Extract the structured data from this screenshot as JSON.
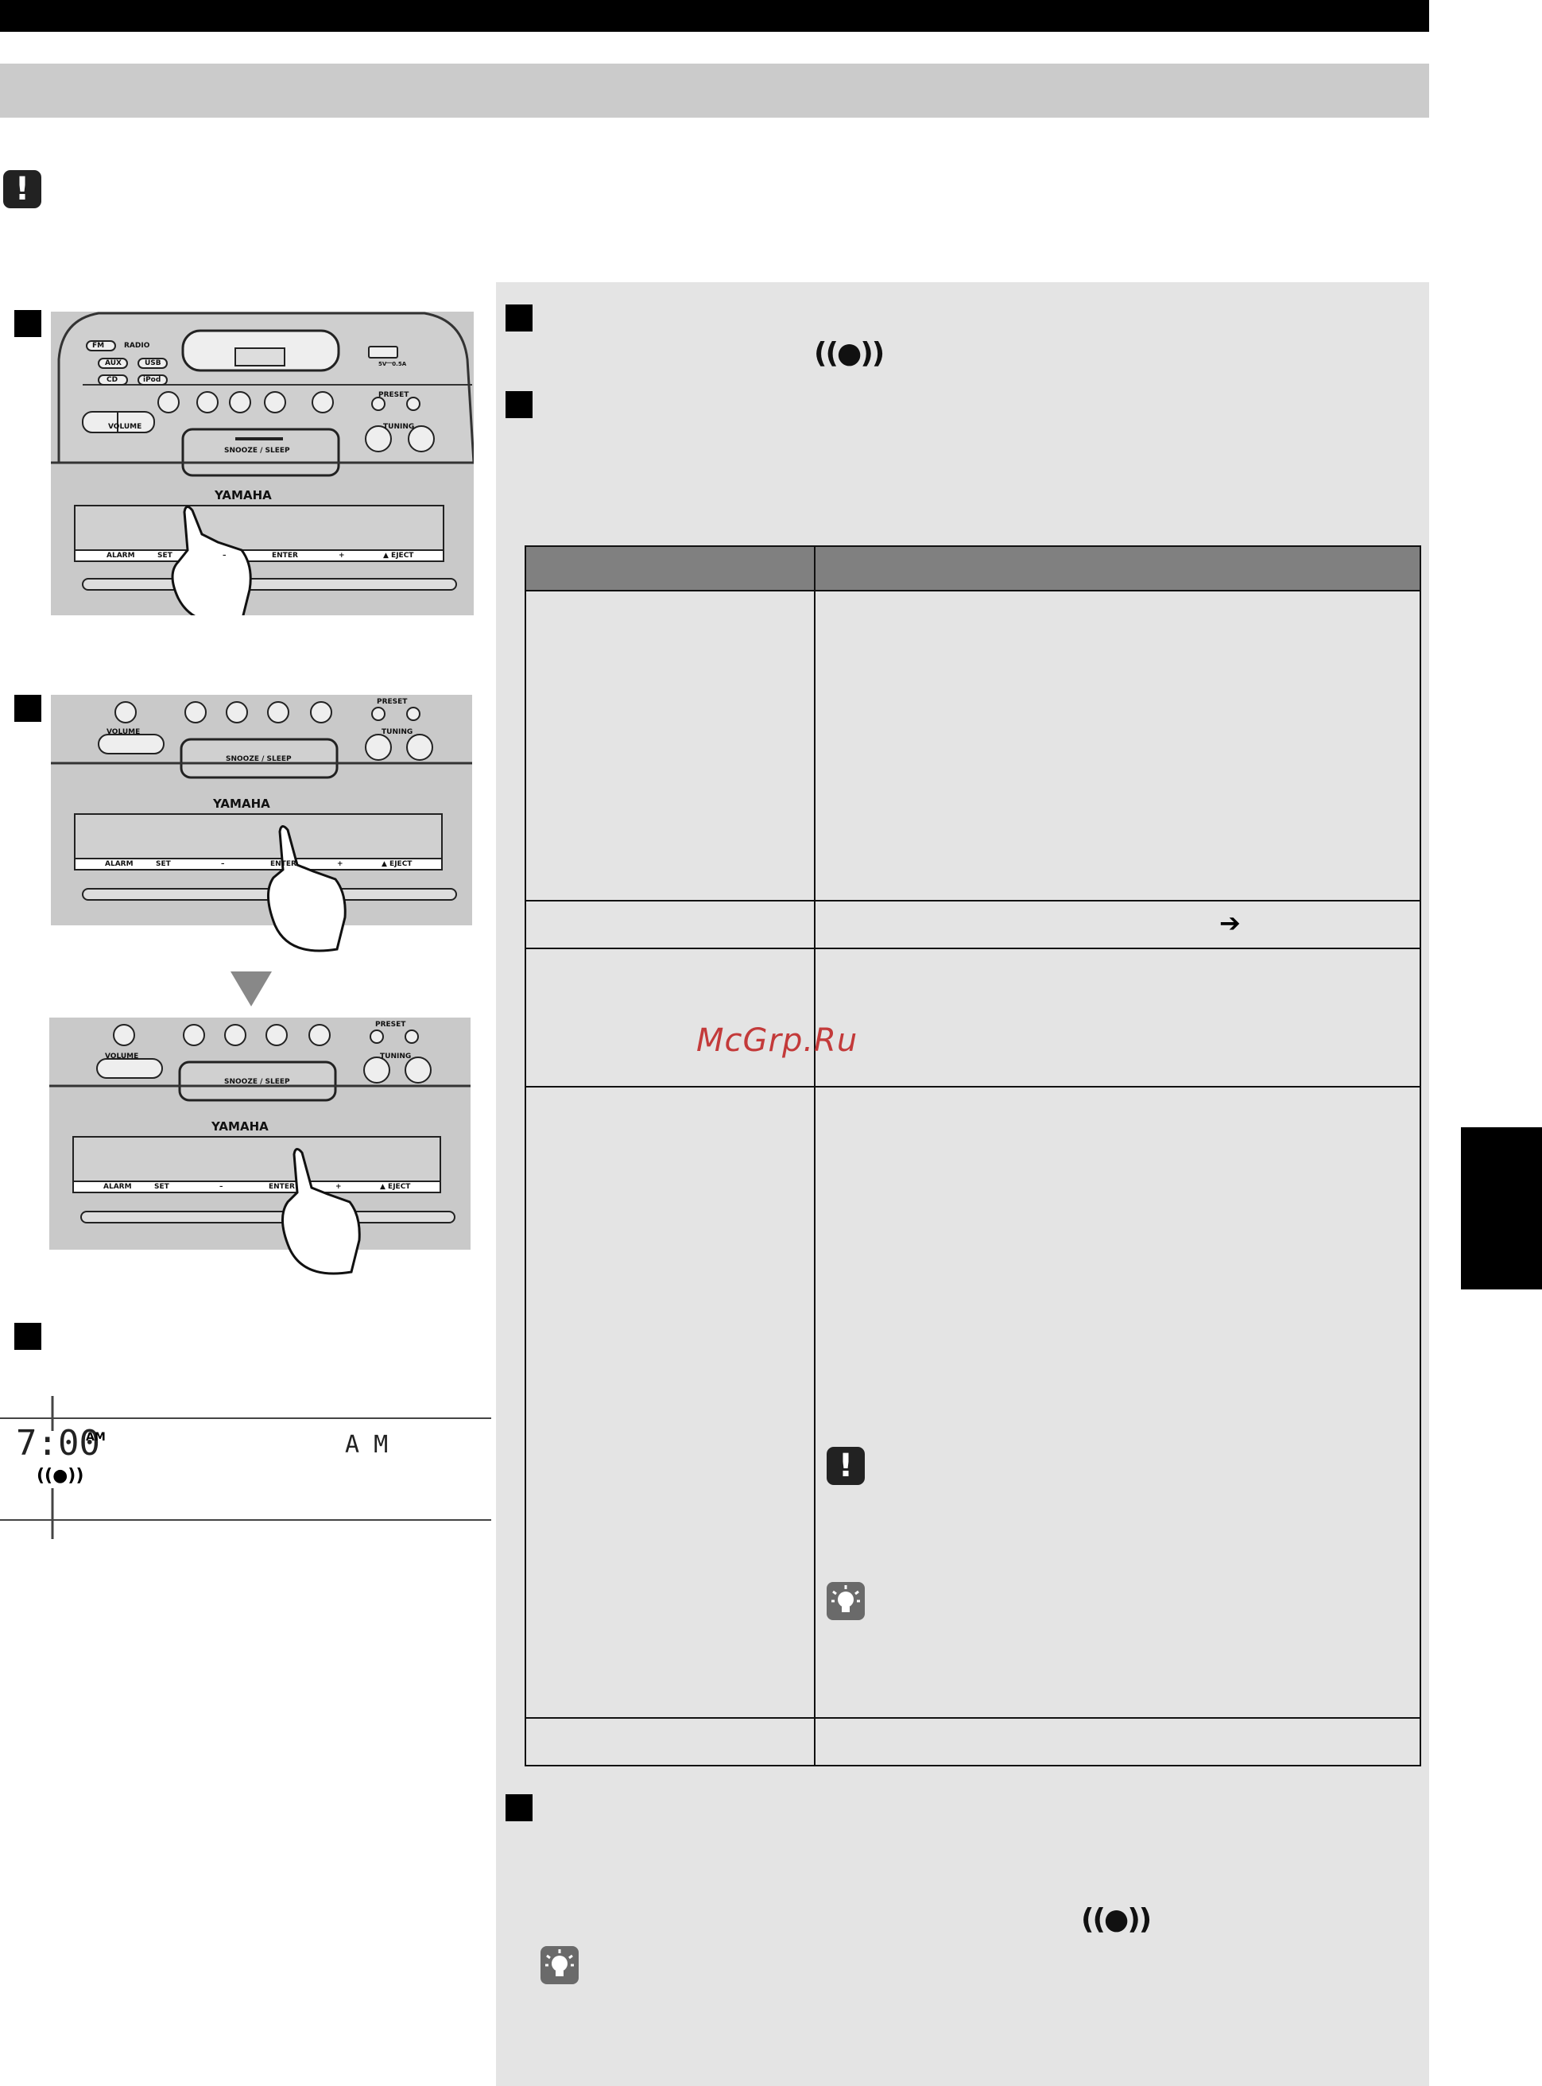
{
  "steps": {
    "s1": "",
    "s2": "",
    "s3": "",
    "s4": "",
    "s5": "",
    "s6": ""
  },
  "devices": {
    "brand": "YAMAHA",
    "radio_label": "RADIO",
    "fm": "FM",
    "aux": "AUX",
    "usb": "USB",
    "cd": "CD",
    "ipod": "iPod",
    "volume": "VOLUME",
    "preset": "PRESET",
    "tuning": "TUNING",
    "snooze": "SNOOZE / SLEEP",
    "alarm_btn": "ALARM",
    "set_btn": "SET",
    "minus_btn": "–",
    "enter_btn": "ENTER",
    "plus_btn": "+",
    "eject_btn": "▲ EJECT",
    "usb_port": "5V⎻0.5A"
  },
  "display": {
    "time": "7:00",
    "ampm": "AM",
    "am_segment": "A M",
    "alarm_indicator": "((●))"
  },
  "symbols": {
    "alarm_icon": "((●))",
    "arrow": "➔",
    "warning": "!"
  },
  "watermark": "McGrp.Ru",
  "icons": {
    "warning": "exclamation-icon",
    "tip": "lightbulb-icon"
  },
  "colors": {
    "panel": "#e4e4e4",
    "header_row": "#808080",
    "watermark": "#c33a3a"
  }
}
